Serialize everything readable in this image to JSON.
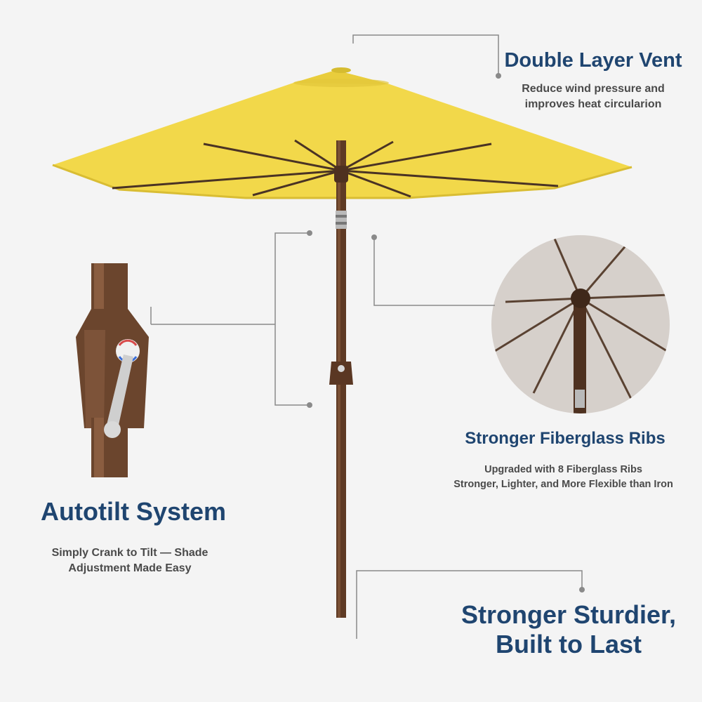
{
  "features": {
    "vent": {
      "title": "Double Layer Vent",
      "desc_line1": "Reduce wind pressure and",
      "desc_line2": "improves heat circularion"
    },
    "ribs": {
      "title": "Stronger Fiberglass Ribs",
      "desc_line1": "Upgraded with 8 Fiberglass Ribs",
      "desc_line2": "Stronger, Lighter, and More Flexible than Iron"
    },
    "tilt": {
      "title": "Autotilt System",
      "desc_line1": "Simply Crank to Tilt — Shade",
      "desc_line2": "Adjustment Made Easy"
    },
    "sturdy": {
      "title_line1": "Stronger Sturdier,",
      "title_line2": "Built to Last"
    }
  },
  "colors": {
    "background": "#f4f4f4",
    "title": "#1f4570",
    "text": "#4a4a4a",
    "canopy": "#f2d84a",
    "pole": "#5e3a24",
    "callout_line": "#8a8a8a"
  }
}
